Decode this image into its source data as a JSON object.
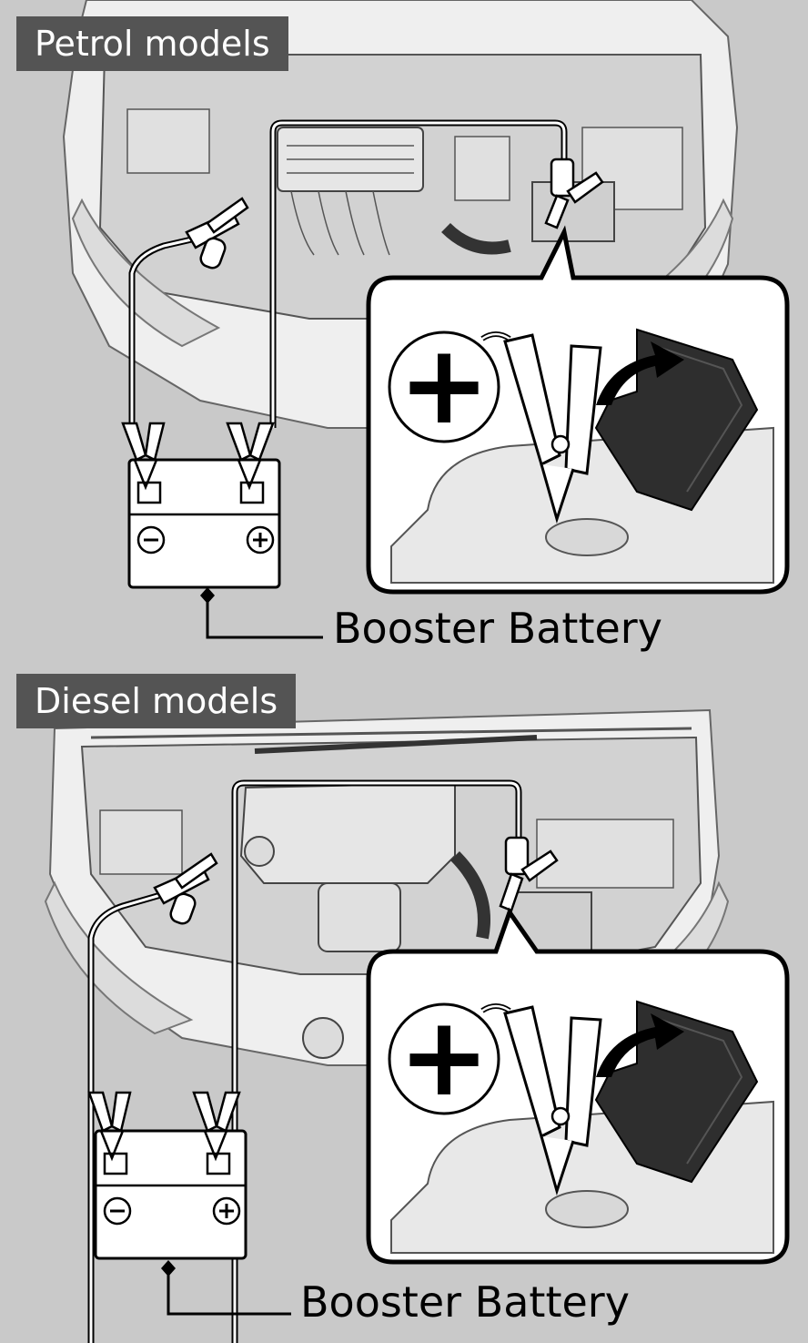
{
  "sections": [
    {
      "title": "Petrol models",
      "booster_label": "Booster Battery",
      "battery_terminals": {
        "negative": "−",
        "positive": "+"
      },
      "callout_symbol": "+"
    },
    {
      "title": "Diesel models",
      "booster_label": "Booster Battery",
      "battery_terminals": {
        "negative": "−",
        "positive": "+"
      },
      "callout_symbol": "+"
    }
  ],
  "colors": {
    "background": "#c9c9c9",
    "tag_background": "#545454",
    "tag_text": "#ffffff",
    "line_art": "#000000",
    "car_body": "#efefef",
    "engine_bay": "#d2d2d2",
    "battery_cover": "#2e2e2e"
  },
  "icons": [
    "jumper-clamp-icon",
    "plus-symbol-icon",
    "arrow-icon",
    "battery-icon"
  ]
}
